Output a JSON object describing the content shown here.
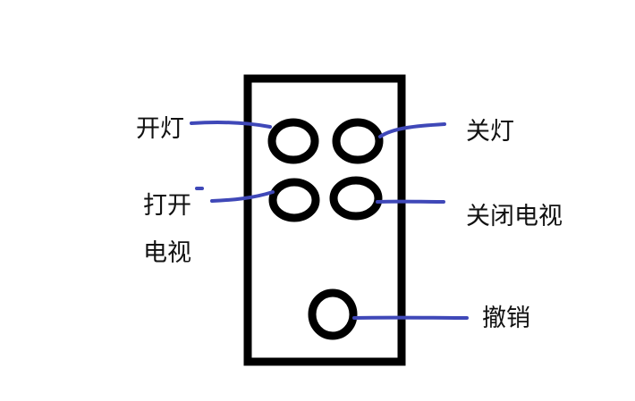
{
  "diagram": {
    "title": "",
    "colors": {
      "outline": "#000000",
      "leader_line": "#3f48b8",
      "text": "#111111"
    },
    "buttons": [
      {
        "id": "lights-on",
        "label": "开灯"
      },
      {
        "id": "lights-off",
        "label": "关灯"
      },
      {
        "id": "tv-on",
        "label": "打开\n电视"
      },
      {
        "id": "tv-off",
        "label": "关闭电视"
      },
      {
        "id": "undo",
        "label": "撤销"
      }
    ]
  }
}
